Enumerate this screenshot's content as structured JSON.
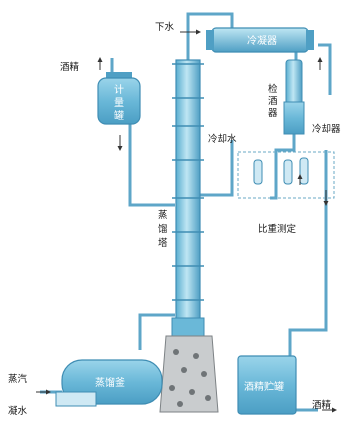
{
  "labels": {
    "lower_water": "下水",
    "condenser": "冷凝器",
    "alcohol_feed": "酒精",
    "metering_tank": [
      "计",
      "量",
      "罐"
    ],
    "inspection": [
      "检",
      "酒",
      "器"
    ],
    "cooler": "冷却器",
    "cooling_water": "冷却水",
    "distill_tower": [
      "蒸",
      "馏",
      "塔"
    ],
    "density_measure": "比重测定",
    "steam": "蒸汽",
    "condensate": "凝水",
    "still": "蒸馏釜",
    "alcohol_tank": "酒精贮罐",
    "alcohol_out": "酒精"
  },
  "colors": {
    "pipe": "#5ea6c8",
    "vessel": "#7cc3de",
    "vessel_dark": "#3f8db3",
    "tower": "#8fcde3",
    "furnace": "#b9bdc0"
  }
}
